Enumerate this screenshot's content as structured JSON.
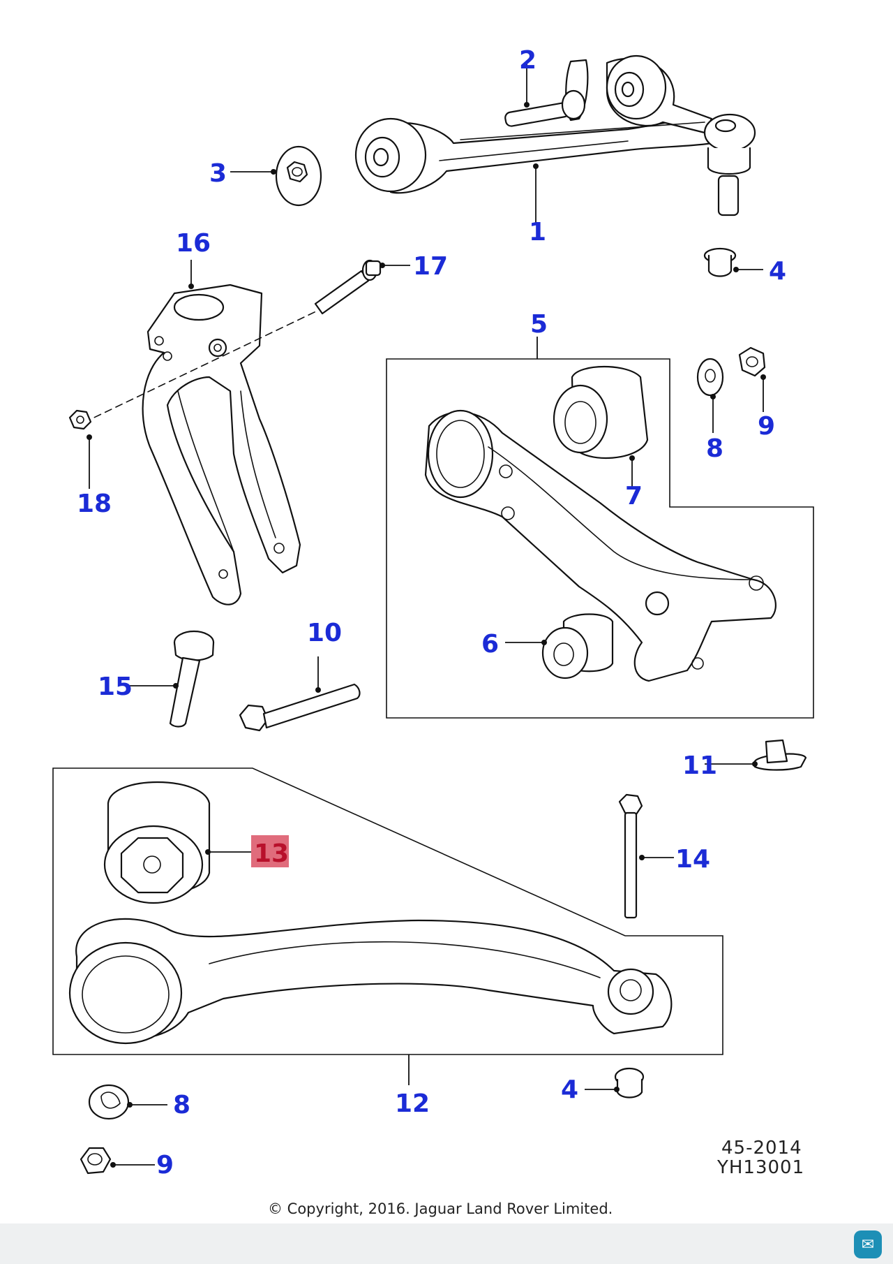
{
  "callouts": {
    "c1": "1",
    "c2": "2",
    "c3": "3",
    "c4a": "4",
    "c5": "5",
    "c6": "6",
    "c7": "7",
    "c8a": "8",
    "c9a": "9",
    "c10": "10",
    "c11": "11",
    "c12": "12",
    "c13": "13",
    "c14": "14",
    "c15": "15",
    "c16": "16",
    "c17": "17",
    "c18": "18",
    "c4b": "4",
    "c8b": "8",
    "c9b": "9"
  },
  "highlight": {
    "callout": "13",
    "color": "#e06c7c"
  },
  "reference": {
    "line1": "45-2014",
    "line2": "YH13001"
  },
  "copyright": "© Copyright, 2016. Jaguar Land Rover Limited.",
  "colors": {
    "callout": "#1b2bd6",
    "line": "#111111",
    "bar": "#eef0f1",
    "app_icon": "#1d8fb6"
  },
  "app_icon": "chat-bubble-icon"
}
